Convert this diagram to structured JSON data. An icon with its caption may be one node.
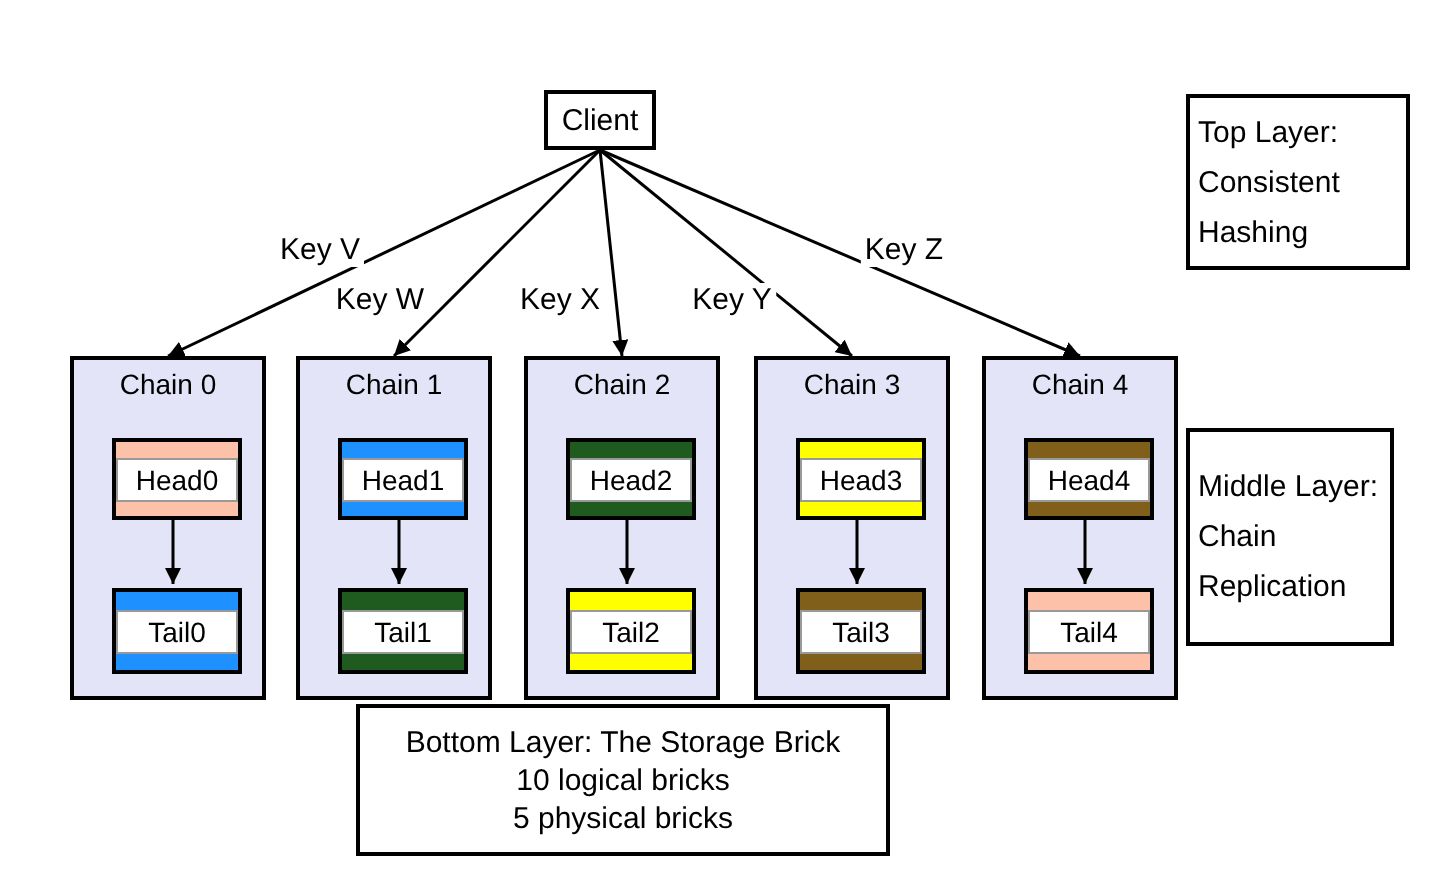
{
  "diagram": {
    "nodes": [
      {
        "text": [
          "Client"
        ]
      },
      {
        "text": [
          "Top Layer: Consistent Hashing"
        ]
      },
      {
        "text": [
          "Chain 0"
        ]
      },
      {
        "text": [
          "Head0"
        ],
        "in": 2
      },
      {
        "text": [
          "Tail0"
        ],
        "in": 2
      },
      {
        "text": [
          "Chain 1"
        ]
      },
      {
        "text": [
          "Head1"
        ],
        "in": 5
      },
      {
        "text": [
          "Tail1"
        ],
        "in": 5
      },
      {
        "text": [
          "Chain 2"
        ]
      },
      {
        "text": [
          "Head2"
        ],
        "in": 8
      },
      {
        "text": [
          "Tail2"
        ],
        "in": 8
      },
      {
        "text": [
          "Chain 3"
        ]
      },
      {
        "text": [
          "Head3"
        ],
        "in": 11
      },
      {
        "text": [
          "Tail3"
        ],
        "in": 11
      },
      {
        "text": [
          "Chain 4"
        ]
      },
      {
        "text": [
          "Head4"
        ],
        "in": 14
      },
      {
        "text": [
          "Tail4"
        ],
        "in": 14
      },
      {
        "text": [
          "Middle Layer: Chain Replication"
        ]
      },
      {
        "text": [
          "Bottom Layer: The Storage Brick",
          "10 logical bricks",
          "5 physical bricks"
        ]
      }
    ],
    "edges": [
      {
        "from": 0,
        "to": 2,
        "arrow": "to",
        "label": "Key V"
      },
      {
        "from": 0,
        "to": 5,
        "arrow": "to",
        "label": "Key W"
      },
      {
        "from": 0,
        "to": 8,
        "arrow": "to",
        "label": "Key X"
      },
      {
        "from": 0,
        "to": 11,
        "arrow": "to",
        "label": "Key Y"
      },
      {
        "from": 0,
        "to": 14,
        "arrow": "to",
        "label": "Key Z"
      },
      {
        "from": 3,
        "to": 4,
        "arrow": "to"
      },
      {
        "from": 6,
        "to": 7,
        "arrow": "to"
      },
      {
        "from": 9,
        "to": 10,
        "arrow": "to"
      },
      {
        "from": 12,
        "to": 13,
        "arrow": "to"
      },
      {
        "from": 15,
        "to": 16,
        "arrow": "to"
      }
    ]
  }
}
